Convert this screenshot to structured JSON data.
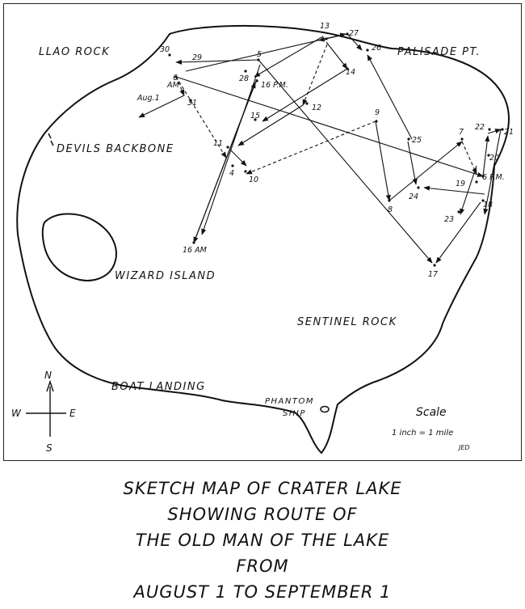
{
  "places": {
    "llao_rock": "LLAO ROCK",
    "palisade_pt": "PALISADE PT.",
    "devils_backbone": "DEVILS BACKBONE",
    "wizard_island": "WIZARD ISLAND",
    "sentinel_rock": "SENTINEL ROCK",
    "boat_landing": "BOAT LANDING",
    "phantom_ship_1": "PHANTOM",
    "phantom_ship_2": "SHIP"
  },
  "points": {
    "p30": "30",
    "p29": "29",
    "p6am": "6",
    "p6am_suffix": "AM",
    "aug1": "Aug.1",
    "p31": "31",
    "p5": "5",
    "p28": "28",
    "p16pm": "16 P.M.",
    "p13": "13",
    "p27": "27",
    "p26": "26",
    "p14": "14",
    "p12": "12",
    "p15": "15",
    "p11": "11",
    "p4": "4",
    "p10": "10",
    "p16am": "16 AM",
    "p9": "9",
    "p25": "25",
    "p7": "7",
    "p22": "22",
    "p21": "21",
    "p20": "20",
    "p19": "19",
    "p6pm": "6 P.M.",
    "p18": "18",
    "p24": "24",
    "p8": "8",
    "p23": "23",
    "p17": "17"
  },
  "compass": {
    "n": "N",
    "s": "S",
    "e": "E",
    "w": "W"
  },
  "scale": {
    "title": "Scale",
    "value": "1 inch = 1 mile"
  },
  "initials": "JED",
  "caption": [
    "SKETCH MAP OF CRATER LAKE",
    "SHOWING ROUTE OF",
    "THE OLD MAN OF THE LAKE",
    "FROM",
    "AUGUST 1 TO SEPTEMBER 1"
  ]
}
